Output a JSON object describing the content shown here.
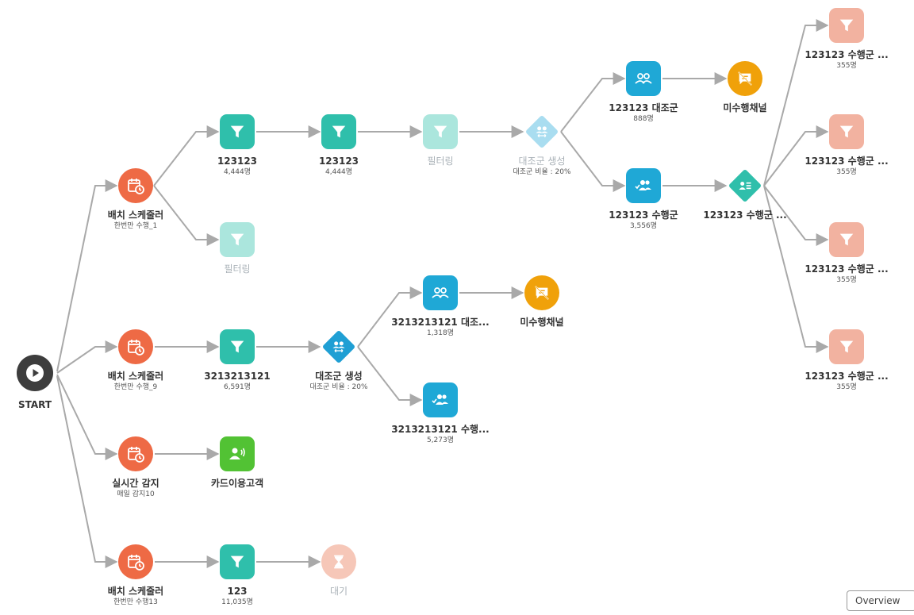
{
  "overview_label": "Overview",
  "colors": {
    "edge": "#a9a9a9",
    "schedule": "#ee6a45",
    "filter": "#2fbfab",
    "filter_faded": "#abe6dd",
    "split": "#1f9fd4",
    "split_faded": "#a9ddf0",
    "group": "#1fa8d6",
    "channel": "#f0a10a",
    "action": "#2fbfab",
    "filter_salmon": "#f2b2a0",
    "wait_faded": "#f6c7b8",
    "realtime_action": "#52c234",
    "start": "#3d3d3d"
  },
  "nodes": {
    "start": {
      "label": "START",
      "icon": "play-icon"
    },
    "batch1": {
      "label": "배치 스케줄러",
      "sub": "한번만 수행_1",
      "icon": "calendar-clock-icon"
    },
    "batch2": {
      "label": "배치 스케줄러",
      "sub": "한번만 수행_9",
      "icon": "calendar-clock-icon"
    },
    "realtime": {
      "label": "실시간 감지",
      "sub": "매일 감지10",
      "icon": "calendar-clock-icon"
    },
    "batch3": {
      "label": "배치 스케줄러",
      "sub": "한번만 수행13",
      "icon": "calendar-clock-icon"
    },
    "f123123a": {
      "label": "123123",
      "sub": "4,444명",
      "icon": "filter-icon"
    },
    "f123123b": {
      "label": "123123",
      "sub": "4,444명",
      "icon": "filter-icon"
    },
    "filterFaded1": {
      "label": "필터링",
      "icon": "filter-icon"
    },
    "filterFaded2": {
      "label": "필터링",
      "icon": "filter-icon"
    },
    "splitFaded": {
      "label": "대조군 생성",
      "sub": "대조군 비율 : 20%",
      "icon": "split-group-icon"
    },
    "control1": {
      "label": "123123 대조군",
      "sub": "888명",
      "icon": "control-group-icon"
    },
    "channel1": {
      "label": "미수행채널",
      "icon": "no-message-icon"
    },
    "exec1": {
      "label": "123123 수행군",
      "sub": "3,556명",
      "icon": "execution-group-icon"
    },
    "action1": {
      "label": "123123 수행군 ...",
      "icon": "person-list-icon"
    },
    "sf1": {
      "label": "123123 수행군 ...",
      "sub": "355명",
      "icon": "filter-icon"
    },
    "sf2": {
      "label": "123123 수행군 ...",
      "sub": "355명",
      "icon": "filter-icon"
    },
    "sf3": {
      "label": "123123 수행군 ...",
      "sub": "355명",
      "icon": "filter-icon"
    },
    "sf4": {
      "label": "123123 수행군 ...",
      "sub": "355명",
      "icon": "filter-icon"
    },
    "f3213": {
      "label": "3213213121",
      "sub": "6,591명",
      "icon": "filter-icon"
    },
    "split2": {
      "label": "대조군 생성",
      "sub": "대조군 비율 : 20%",
      "icon": "split-group-icon"
    },
    "control2": {
      "label": "3213213121 대조...",
      "sub": "1,318명",
      "icon": "control-group-icon"
    },
    "channel2": {
      "label": "미수행채널",
      "icon": "no-message-icon"
    },
    "exec2": {
      "label": "3213213121 수행...",
      "sub": "5,273명",
      "icon": "execution-group-icon"
    },
    "card": {
      "label": "카드이용고객",
      "icon": "person-broadcast-icon"
    },
    "f123": {
      "label": "123",
      "sub": "11,035명",
      "icon": "filter-icon"
    },
    "wait": {
      "label": "대기",
      "icon": "hourglass-icon"
    }
  }
}
